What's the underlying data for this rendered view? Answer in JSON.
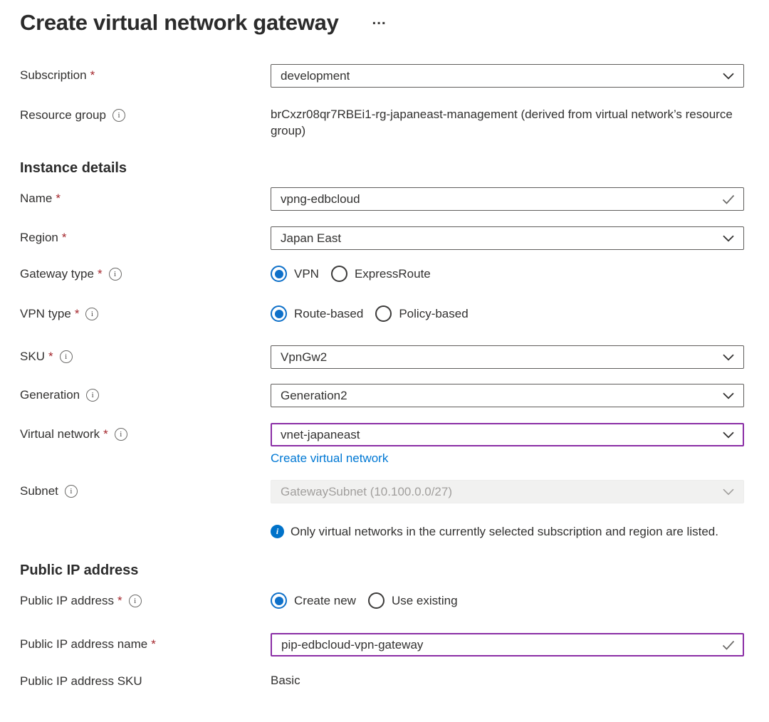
{
  "ui": {
    "required_marker": "*",
    "info_glyph": "i",
    "ellipsis": "…"
  },
  "colors": {
    "accent_blue": "#0078d4",
    "required_red": "#a4262c",
    "changed_field_purple": "#8a2da5",
    "disabled_bg": "#f1f1f0"
  },
  "page": {
    "title": "Create virtual network gateway"
  },
  "form": {
    "subscription": {
      "label": "Subscription",
      "value": "development"
    },
    "resource_group": {
      "label": "Resource group",
      "value": "brCxzr08qr7RBEi1-rg-japaneast-management (derived from virtual network’s resource group)"
    },
    "instance_details_heading": "Instance details",
    "name": {
      "label": "Name",
      "value": "vpng-edbcloud"
    },
    "region": {
      "label": "Region",
      "value": "Japan East"
    },
    "gateway_type": {
      "label": "Gateway type",
      "options": [
        "VPN",
        "ExpressRoute"
      ],
      "selected": "VPN"
    },
    "vpn_type": {
      "label": "VPN type",
      "options": [
        "Route-based",
        "Policy-based"
      ],
      "selected": "Route-based"
    },
    "sku": {
      "label": "SKU",
      "value": "VpnGw2"
    },
    "generation": {
      "label": "Generation",
      "value": "Generation2"
    },
    "virtual_network": {
      "label": "Virtual network",
      "value": "vnet-japaneast",
      "link": "Create virtual network"
    },
    "subnet": {
      "label": "Subnet",
      "value": "GatewaySubnet (10.100.0.0/27)",
      "disabled": true
    },
    "info_message": "Only virtual networks in the currently selected subscription and region are listed.",
    "public_ip_heading": "Public IP address",
    "public_ip": {
      "label": "Public IP address",
      "options": [
        "Create new",
        "Use existing"
      ],
      "selected": "Create new"
    },
    "public_ip_name": {
      "label": "Public IP address name",
      "value": "pip-edbcloud-vpn-gateway"
    },
    "public_ip_sku": {
      "label": "Public IP address SKU",
      "value": "Basic"
    }
  }
}
